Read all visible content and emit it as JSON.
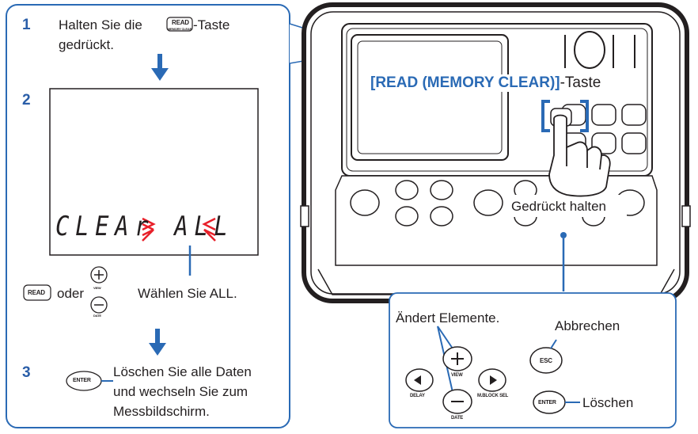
{
  "left_panel": {
    "step1": {
      "number": "1",
      "text_before": "Halten Sie die",
      "key_label": "READ",
      "key_sublabel": "MEMORY CLEAR",
      "text_after": "-Taste",
      "line2": "gedrückt."
    },
    "step2": {
      "number": "2",
      "lcd_text": "CLEAr ALL",
      "read_key": "READ",
      "or_text": "oder",
      "plus_sublabel": "VIEW",
      "minus_sublabel": "DATE",
      "instruction": "Wählen Sie ALL."
    },
    "step3": {
      "number": "3",
      "enter_key": "ENTER",
      "line1": "Löschen Sie alle Daten",
      "line2": "und wechseln Sie zum",
      "line3": "Messbildschirm."
    }
  },
  "device": {
    "key_label_bold": "[READ (MEMORY CLEAR)]",
    "key_label_suffix": "-Taste",
    "hold_label": "Gedrückt halten"
  },
  "inset": {
    "change_items": "Ändert Elemente.",
    "cancel": "Abbrechen",
    "delete": "Löschen",
    "esc_key": "ESC",
    "enter_key": "ENTER",
    "view_label": "VIEW",
    "date_label": "DATE",
    "delay_label": "DELAY",
    "mblock_label": "M.BLOCK SEL"
  },
  "colors": {
    "accent_blue": "#2a6ab5",
    "outline": "#231f20",
    "blink_red": "#e8202a"
  }
}
